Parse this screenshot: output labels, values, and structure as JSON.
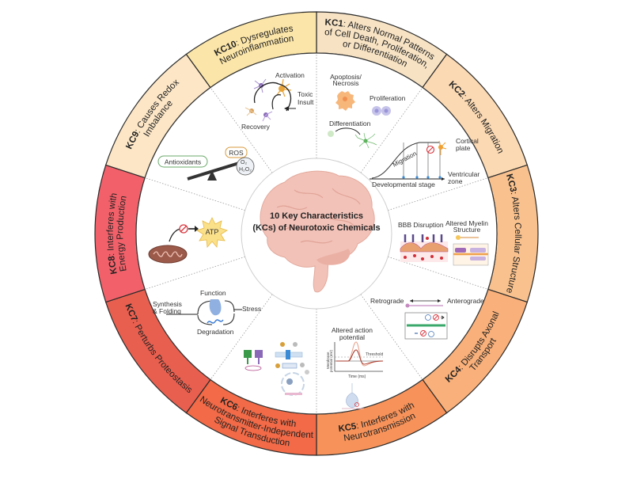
{
  "title_lines": [
    "10 Key Characteristics",
    "(KCs) of Neurotoxic Chemicals"
  ],
  "segments": [
    {
      "id": "KC1",
      "text": ": Alters Normal Patterns",
      "lines": [
        "of Cell Death, Proliferation,",
        "or Differentiation"
      ],
      "color": "#f7e3c4"
    },
    {
      "id": "KC2",
      "text": ": Alters Migration",
      "lines": [],
      "color": "#fbd9b3"
    },
    {
      "id": "KC3",
      "text": ": Alters Cellular Structure",
      "lines": [],
      "color": "#f9c18d"
    },
    {
      "id": "KC4",
      "text": ": Disrupts Axonal",
      "lines": [
        "Transport"
      ],
      "color": "#f9b07a"
    },
    {
      "id": "KC5",
      "text": ": Interferes with",
      "lines": [
        "Neurotransmission"
      ],
      "color": "#f7935a"
    },
    {
      "id": "KC6",
      "text": ": Interferes with",
      "lines": [
        "Neurotransmitter-Independent",
        "Signal Transduction"
      ],
      "color": "#f26a47"
    },
    {
      "id": "KC7",
      "text": ": Perturbs Proteostasis",
      "lines": [],
      "color": "#e95f4f"
    },
    {
      "id": "KC8",
      "text": ": Interferes with",
      "lines": [
        "Energy Production"
      ],
      "color": "#f2616a"
    },
    {
      "id": "KC9",
      "text": ": Causes Redox",
      "lines": [
        "Imbalance"
      ],
      "color": "#fce6c6"
    },
    {
      "id": "KC10",
      "text": ": Dysregulates",
      "lines": [
        "Neuroinflammation"
      ],
      "color": "#fbe5a8"
    }
  ],
  "illustrations": {
    "kc1": {
      "apoptosis": [
        "Apoptosis/",
        "Necrosis"
      ],
      "proliferation": "Proliferation",
      "differentiation": "Differentiation"
    },
    "kc2": {
      "migration": "Migration",
      "cortical": [
        "Cortical",
        "plate"
      ],
      "ventricular": [
        "Ventricular",
        "zone"
      ],
      "stage": "Developmental stage"
    },
    "kc3": {
      "bbb": "BBB Disruption",
      "myelin": [
        "Altered Myelin",
        "Structure"
      ]
    },
    "kc4": {
      "retrograde": "Retrograde",
      "anterograde": "Anterograde"
    },
    "kc5": {
      "title": [
        "Altered action",
        "potential"
      ],
      "threshold": "Threshold",
      "xaxis": "Time (ms)",
      "yaxis": [
        "Membrane",
        "potential (mV)"
      ]
    },
    "kc7": {
      "function": "Function",
      "synthesis": [
        "Synthesis",
        "& Folding"
      ],
      "stress": "Stress",
      "degradation": "Degradation"
    },
    "kc8": {
      "atp": "ATP"
    },
    "kc9": {
      "antioxidants": "Antioxidants",
      "ros": "ROS",
      "o2": "O₂",
      "h2o2": "H₂O₂"
    },
    "kc10": {
      "activation": "Activation",
      "toxic": [
        "Toxic",
        "Insult"
      ],
      "recovery": "Recovery"
    }
  }
}
